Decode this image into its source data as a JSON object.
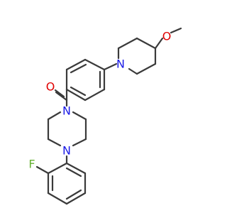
{
  "molecule": {
    "atoms": [
      {
        "id": "O_methoxy",
        "symbol": "O",
        "color": "#e00000"
      },
      {
        "id": "N_piperidine",
        "symbol": "N",
        "color": "#1a1ae6"
      },
      {
        "id": "O_carbonyl",
        "symbol": "O",
        "color": "#e00000"
      },
      {
        "id": "N_piperazine_top",
        "symbol": "N",
        "color": "#1a1ae6"
      },
      {
        "id": "N_piperazine_bottom",
        "symbol": "N",
        "color": "#1a1ae6"
      },
      {
        "id": "F",
        "symbol": "F",
        "color": "#66b233"
      }
    ],
    "bond_color": "#3a3a3a"
  }
}
